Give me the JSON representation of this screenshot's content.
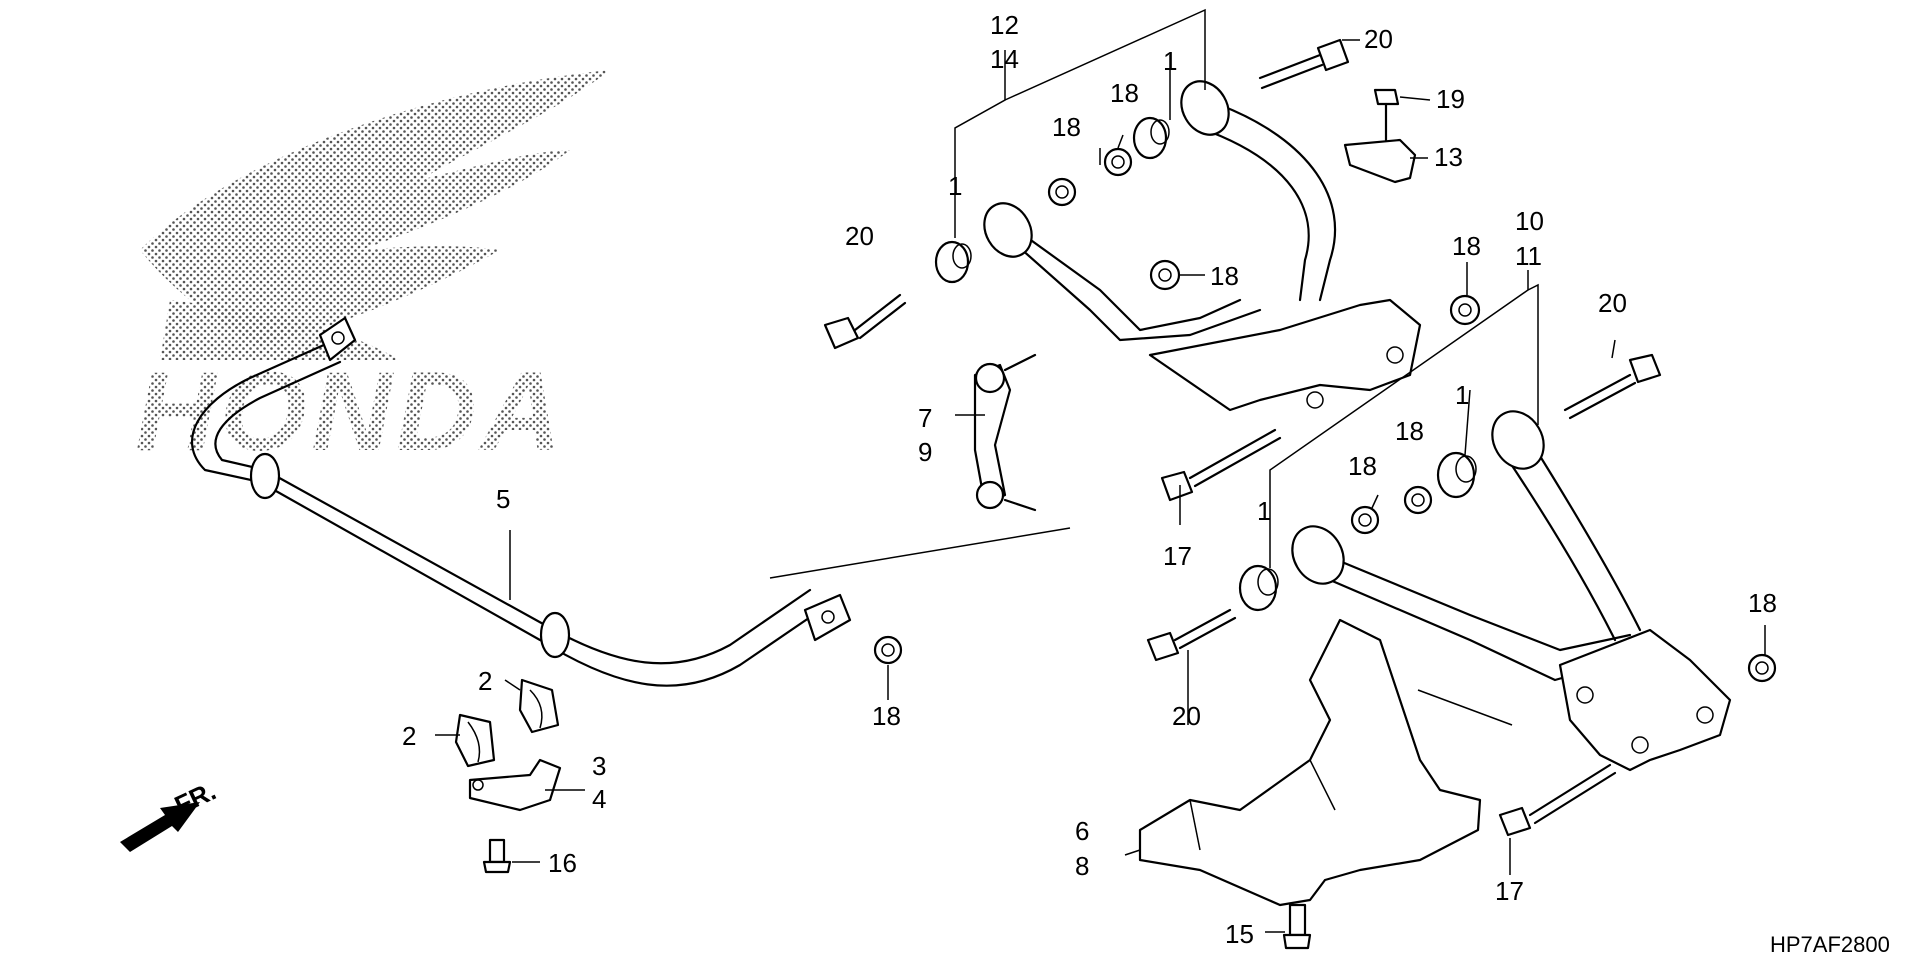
{
  "watermark": {
    "brand_text": "HONDA"
  },
  "diagram_code": "HP7AF2800",
  "direction_label": "FR.",
  "callouts": {
    "c12": "12",
    "c14": "14",
    "c1_upper_a": "1",
    "c1_upper_b": "1",
    "c20_top": "20",
    "c19": "19",
    "c13": "13",
    "c18_a": "18",
    "c18_b": "18",
    "c18_c": "18",
    "c20_left": "20",
    "c18_d": "18",
    "c10": "10",
    "c11": "11",
    "c20_right": "20",
    "c7": "7",
    "c9": "9",
    "c1_lower_a": "1",
    "c1_lower_b": "1",
    "c18_e": "18",
    "c18_f": "18",
    "c17_a": "17",
    "c18_g": "18",
    "c18_h": "18",
    "c5": "5",
    "c20_bottom": "20",
    "c2_a": "2",
    "c2_b": "2",
    "c3": "3",
    "c4": "4",
    "c16": "16",
    "c6": "6",
    "c8": "8",
    "c15": "15",
    "c17_b": "17"
  }
}
